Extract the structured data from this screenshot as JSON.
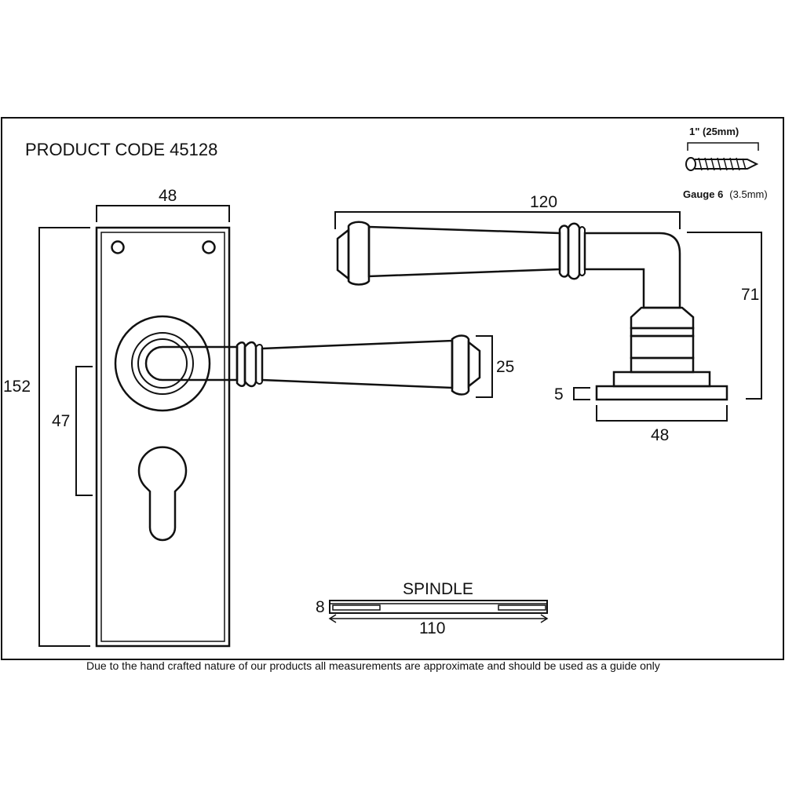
{
  "header": {
    "product_code": "PRODUCT CODE  45128"
  },
  "screw": {
    "length": "1\" (25mm)",
    "gauge_label": "Gauge 6",
    "gauge_value": "(3.5mm)"
  },
  "front_view": {
    "width": "48",
    "height": "152",
    "centre_distance": "47",
    "lever_height": "25"
  },
  "side_view": {
    "projection": "120",
    "depth": "71",
    "rose_thickness": "5",
    "rose_width": "48"
  },
  "spindle": {
    "label": "SPINDLE",
    "size": "8",
    "length": "110"
  },
  "disclaimer": "Due to the hand crafted nature of our products all measurements are approximate and should be used as a guide only",
  "colors": {
    "line": "#111111",
    "background": "#ffffff"
  }
}
